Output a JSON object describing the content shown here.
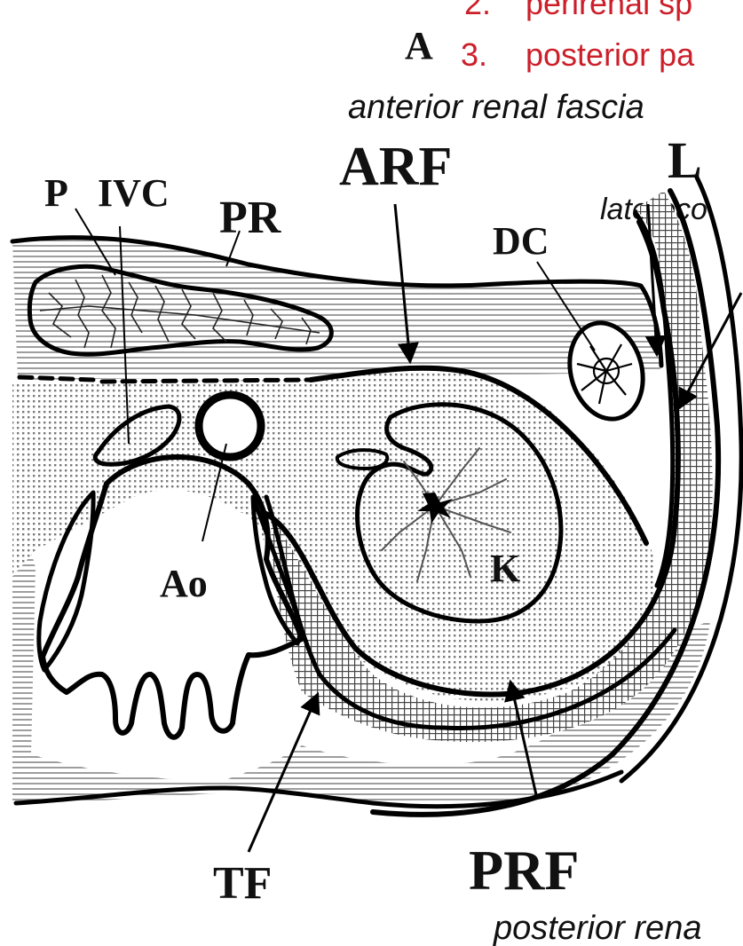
{
  "panel_letter": "A",
  "legend_lines": [
    {
      "number": "2.",
      "text": "perirenal sp"
    },
    {
      "number": "3.",
      "text": "posterior pa"
    }
  ],
  "captions": {
    "anterior_renal_fascia": "anterior renal fascia",
    "lateroconal": "lateroco",
    "posterior_renal": "posterior rena"
  },
  "labels": {
    "P": "P",
    "IVC": "IVC",
    "PR": "PR",
    "ARF": "ARF",
    "L": "L",
    "DC": "DC",
    "Ao": "Ao",
    "K": "K",
    "TF": "TF",
    "PRF": "PRF"
  },
  "colors": {
    "legend_red": "#cc1f2a",
    "line": "#000000",
    "background": "#ffffff"
  }
}
